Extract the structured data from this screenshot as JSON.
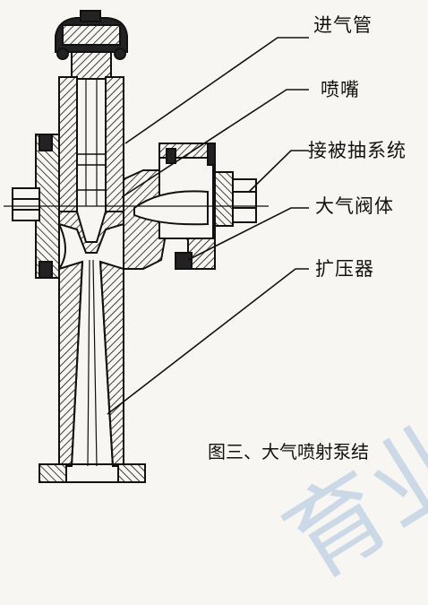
{
  "labels": {
    "intake_pipe": "进气管",
    "nozzle": "喷嘴",
    "suction_connection": "接被抽系统",
    "valve_body": "大气阀体",
    "diffuser": "扩压器"
  },
  "caption": "图三、大气喷射泵结",
  "watermark": "育业大",
  "colors": {
    "ink": "#111111",
    "paper": "#f7f6f2",
    "watermark": "#7aa0d2"
  }
}
